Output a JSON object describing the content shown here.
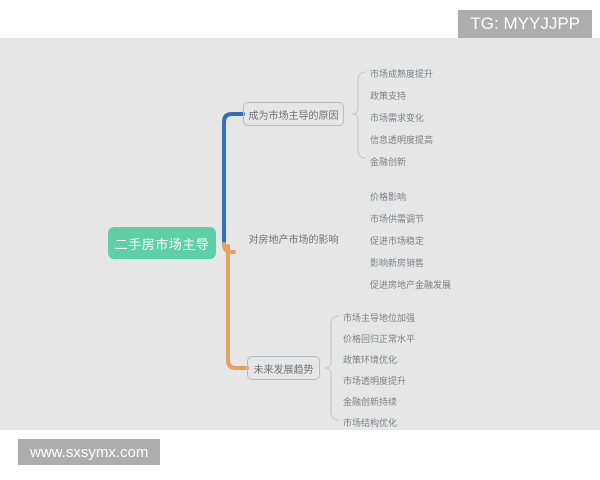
{
  "canvas": {
    "background": "#e6e6e6",
    "page_background": "#ffffff"
  },
  "colors": {
    "root_fill": "#5ecfa6",
    "root_text": "#ffffff",
    "branch_connector_blue": "#2f6fbe",
    "branch_connector_orange": "#e4a162",
    "leaf_bracket": "#c3c6c8",
    "node_border": "#b9bcbe",
    "node_text": "#6d7376",
    "leaf_text": "#7b8083",
    "watermark_bg": "#adadad"
  },
  "root": {
    "label": "二手房市场主导"
  },
  "branches": [
    {
      "label": "成为市场主导的原因",
      "connector_color": "#2f6fbe",
      "boxed": true,
      "leaves": [
        "市场成熟度提升",
        "政策支持",
        "市场需求变化",
        "信息透明度提高",
        "金融创新"
      ]
    },
    {
      "label": "对房地产市场的影响",
      "connector_color": "#e4a162",
      "boxed": false,
      "leaves": [
        "价格影响",
        "市场供需调节",
        "促进市场稳定",
        "影响新房销售",
        "促进房地产金融发展"
      ]
    },
    {
      "label": "未来发展趋势",
      "connector_color": "#e4a162",
      "boxed": true,
      "leaves": [
        "市场主导地位加强",
        "价格回归正常水平",
        "政策环境优化",
        "市场透明度提升",
        "金融创新持续",
        "市场结构优化"
      ]
    }
  ],
  "watermarks": {
    "top_right": "TG: MYYJJPP",
    "bottom_left": "www.sxsymx.com"
  }
}
